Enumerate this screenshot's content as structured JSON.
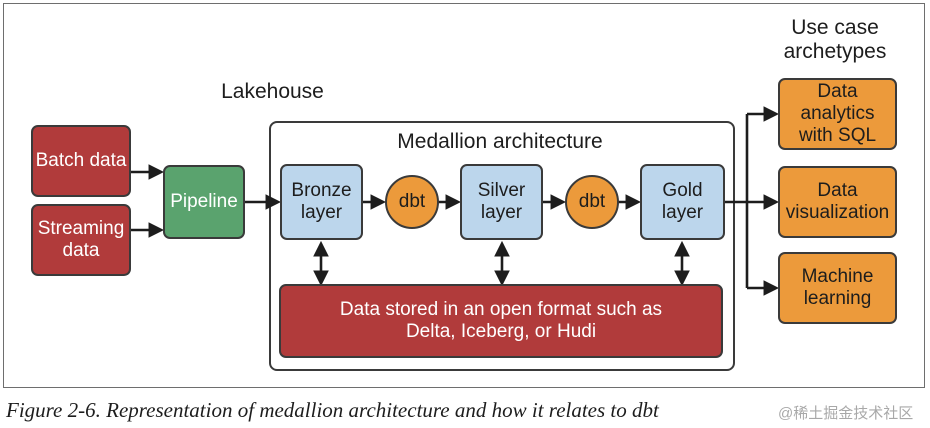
{
  "labels": {
    "use_case": "Use case archetypes",
    "lakehouse": "Lakehouse",
    "medallion": "Medallion architecture"
  },
  "sources": {
    "batch": "Batch data",
    "streaming": "Streaming data"
  },
  "pipeline": "Pipeline",
  "layers": {
    "bronze": "Bronze layer",
    "silver": "Silver layer",
    "gold": "Gold layer"
  },
  "transforms": {
    "dbt1": "dbt",
    "dbt2": "dbt"
  },
  "storage": "Data stored in an open format such as Delta, Iceberg, or Hudi",
  "use_cases": {
    "analytics": "Data analytics with SQL",
    "visualization": "Data visualization",
    "ml": "Machine learning"
  },
  "caption": "Figure 2-6. Representation of medallion architecture and how it relates to dbt",
  "watermark": "@稀土掘金技术社区",
  "colors": {
    "red": "#b13b3b",
    "green": "#5aa36e",
    "blue": "#bcd6ec",
    "orange": "#ec9a3b"
  }
}
